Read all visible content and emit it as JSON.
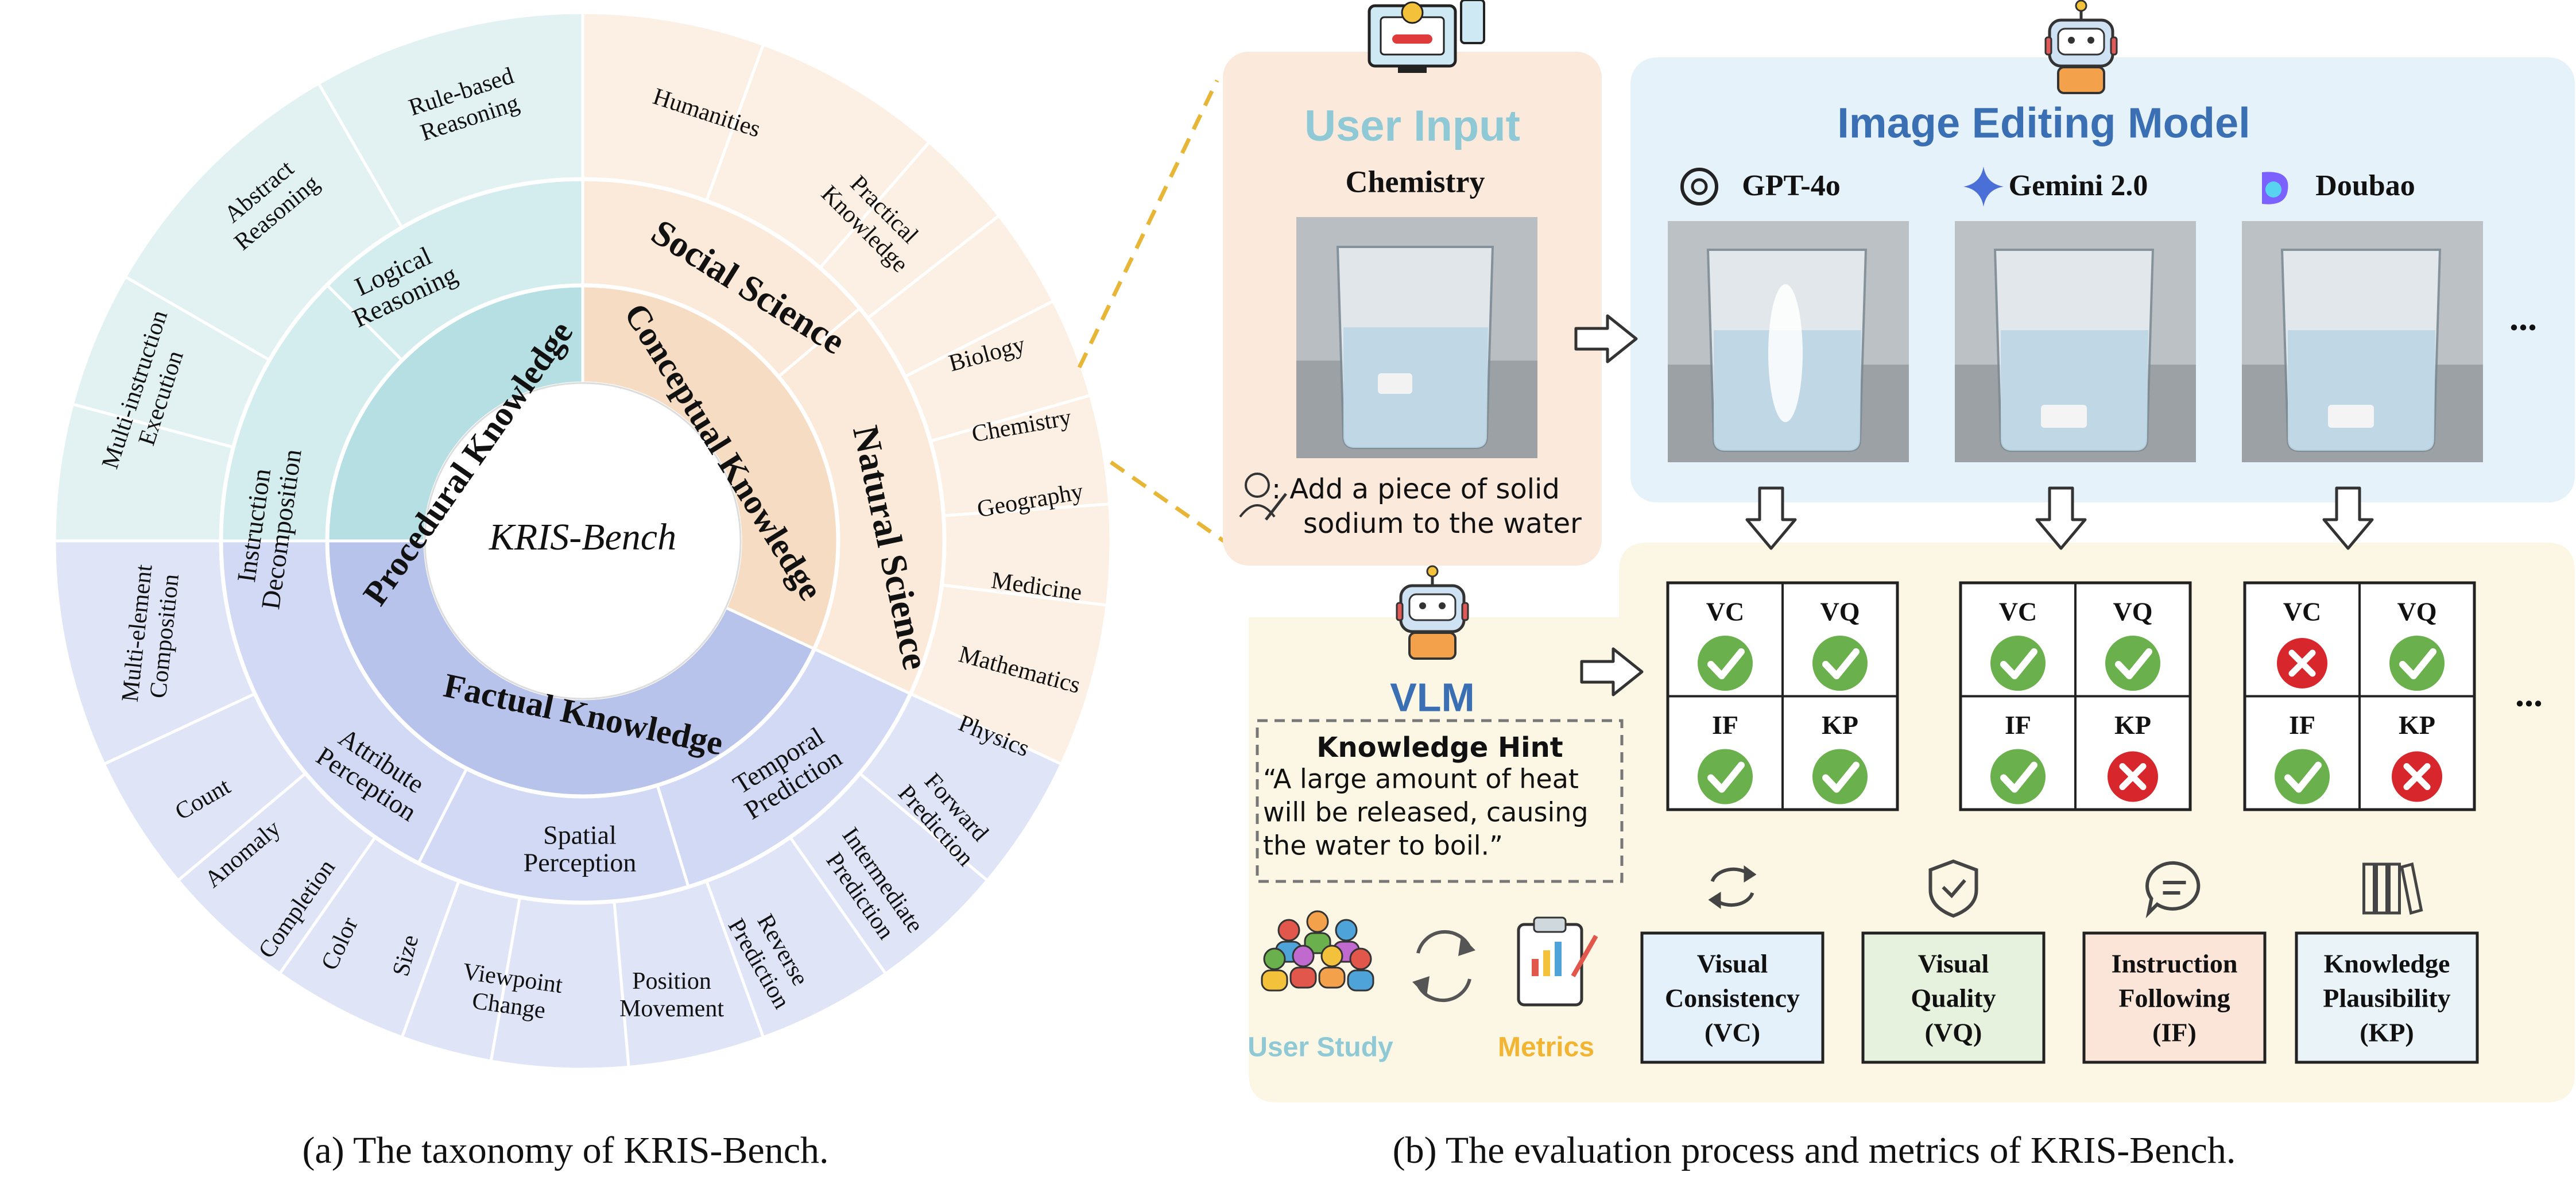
{
  "colors": {
    "procedural": "#b6dfe3",
    "conceptual": "#f6dcc2",
    "factual": "#b8c3ec",
    "ring_procedural": "#d3ecee",
    "ring_conceptual": "#fbe9d9",
    "ring_factual": "#d2d9f4",
    "outer_procedural": "#e2f1f1",
    "outer_conceptual": "#fcf0e4",
    "outer_factual": "#dfe4f7",
    "user_input_bg": "#fbe9dc",
    "model_bg": "#e6f2fa",
    "vlm_bg": "#fcf6e4",
    "check": "#6ab04c",
    "cross": "#d7262c",
    "user_input_title": "#8ec9d5",
    "model_title": "#3b6fb3",
    "user_study": "#8ec9d5",
    "metrics_label": "#f1b533"
  },
  "taxonomy": {
    "center": "KRIS-Bench",
    "inner": [
      {
        "id": "procedural",
        "label": "Procedural Knowledge"
      },
      {
        "id": "conceptual",
        "label": "Conceptual Knowledge"
      },
      {
        "id": "factual",
        "label": "Factual Knowledge"
      }
    ],
    "middle": [
      {
        "label": "Logical Reasoning"
      },
      {
        "label": "Instruction Decomposition"
      },
      {
        "label": "Social Science"
      },
      {
        "label": "Natural Science"
      },
      {
        "label": "Attribute Perception"
      },
      {
        "label": "Spatial Perception"
      },
      {
        "label": "Temporal Prediction"
      }
    ],
    "outer": [
      "Rule-based Reasoning",
      "Abstract Reasoning",
      "Multi-instruction Execution",
      "Multi-element Composition",
      "Humanities",
      "Practical Knowledge",
      "Biology",
      "Chemistry",
      "Geography",
      "Medicine",
      "Mathematics",
      "Physics",
      "Count",
      "Anomaly",
      "Completion",
      "Color",
      "Size",
      "Viewpoint Change",
      "Position Movement",
      "Reverse Prediction",
      "Intermediate Prediction",
      "Forward Prediction"
    ]
  },
  "user_input": {
    "title": "User  Input",
    "subject": "Chemistry",
    "instruction_line1": ": Add a piece of solid",
    "instruction_line2": "sodium to the water"
  },
  "model_panel": {
    "title": "Image Editing Model",
    "models": [
      {
        "name": "GPT-4o",
        "icon": "openai-logo"
      },
      {
        "name": "Gemini 2.0",
        "icon": "gemini-star-logo"
      },
      {
        "name": "Doubao",
        "icon": "doubao-logo"
      }
    ],
    "ellipsis": "..."
  },
  "vlm": {
    "title": "VLM",
    "hint_title": "Knowledge Hint",
    "hint_lines": [
      "“A large amount of heat",
      "will be released, causing",
      "the water to boil.”"
    ],
    "user_study": "User Study",
    "metrics": "Metrics"
  },
  "grids": [
    {
      "cells": [
        {
          "label": "VC",
          "pass": true
        },
        {
          "label": "VQ",
          "pass": true
        },
        {
          "label": "IF",
          "pass": true
        },
        {
          "label": "KP",
          "pass": true
        }
      ]
    },
    {
      "cells": [
        {
          "label": "VC",
          "pass": true
        },
        {
          "label": "VQ",
          "pass": true
        },
        {
          "label": "IF",
          "pass": true
        },
        {
          "label": "KP",
          "pass": false
        }
      ]
    },
    {
      "cells": [
        {
          "label": "VC",
          "pass": false
        },
        {
          "label": "VQ",
          "pass": true
        },
        {
          "label": "IF",
          "pass": true
        },
        {
          "label": "KP",
          "pass": false
        }
      ]
    }
  ],
  "grid_ellipsis": "...",
  "metric_cards": [
    {
      "lines": [
        "Visual",
        "Consistency",
        "(VC)"
      ],
      "bg": "#e4f1fa",
      "icon": "sync-arrows-icon"
    },
    {
      "lines": [
        "Visual",
        "Quality",
        "(VQ)"
      ],
      "bg": "#e6f1de",
      "icon": "shield-check-icon"
    },
    {
      "lines": [
        "Instruction",
        "Following",
        "(IF)"
      ],
      "bg": "#fbe5d8",
      "icon": "chat-bubble-icon"
    },
    {
      "lines": [
        "Knowledge",
        "Plausibility",
        "(KP)"
      ],
      "bg": "#e9f3f8",
      "icon": "books-icon"
    }
  ],
  "captions": {
    "a": "(a)  The taxonomy of KRIS-Bench.",
    "b": "(b) The evaluation process and metrics of KRIS-Bench."
  }
}
